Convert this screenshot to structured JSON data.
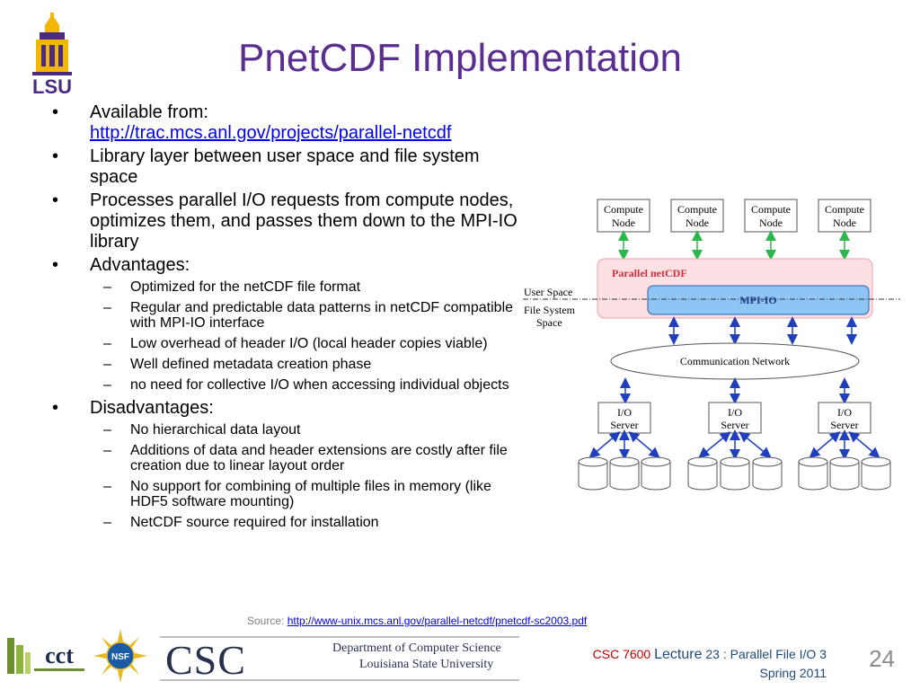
{
  "slide": {
    "title": "PnetCDF Implementation",
    "logo_text": "LSU",
    "bullets": [
      {
        "text": "Available from:",
        "link": "http://trac.mcs.anl.gov/projects/parallel-netcdf"
      },
      {
        "text": "Library layer between user space and file system space"
      },
      {
        "text": "Processes parallel I/O requests from compute nodes, optimizes them, and passes them down to the MPI-IO library"
      },
      {
        "text": "Advantages:"
      },
      {
        "text": "Disadvantages:"
      }
    ],
    "advantages": [
      "Optimized for the netCDF file format",
      "Regular and predictable data patterns in netCDF compatible with MPI-IO interface",
      "Low overhead of header I/O (local header copies viable)",
      "Well defined metadata creation phase",
      "no need for collective I/O when accessing individual objects"
    ],
    "disadvantages": [
      "No hierarchical data layout",
      "Additions of data and header extensions are costly after file creation due to linear layout order",
      "No support for combining of multiple files in memory (like HDF5 software mounting)",
      "NetCDF source required for installation"
    ],
    "bullet_symbol": "•",
    "dash_symbol": "–"
  },
  "diagram": {
    "compute_node_line1": "Compute",
    "compute_node_line2": "Node",
    "parallel_netcdf": "Parallel netCDF",
    "mpi_io": "MPI-IO",
    "user_space": "User Space",
    "fs_line1": "File System",
    "fs_line2": "Space",
    "network": "Communication Network",
    "io_line1": "I/O",
    "io_line2": "Server"
  },
  "source": {
    "label": "Source: ",
    "url": "http://www-unix.mcs.anl.gov/parallel-netcdf/pnetcdf-sc2003.pdf"
  },
  "footer": {
    "cct": "cct",
    "nsf": "NSF",
    "csc": "CSC",
    "dept_line1": "Department of Computer Science",
    "dept_line2": "Louisiana State University",
    "course_code": "CSC 7600",
    "lecture_word": "Lecture",
    "lecture_rest": " 23 : Parallel File I/O 3",
    "term": "Spring 2011",
    "page": "24"
  },
  "colors": {
    "title": "#5a2d91",
    "compute_arrow": "#2db84d",
    "io_arrow": "#1f3fbf",
    "parallel_fill": "#fde0e3",
    "mpi_fill": "#8dc6f5"
  }
}
